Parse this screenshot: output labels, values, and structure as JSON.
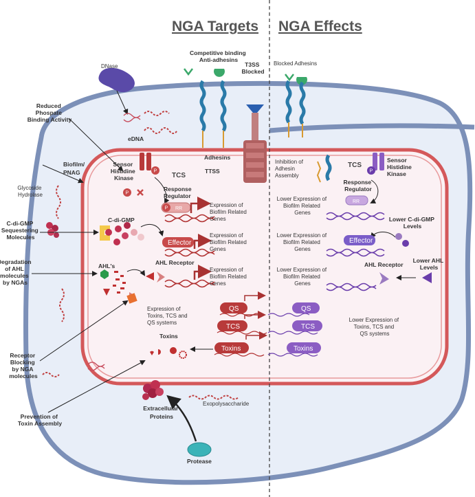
{
  "headers": {
    "targets": "NGA Targets",
    "effects": "NGA Effects"
  },
  "left_labels": {
    "dnase": "DNase",
    "edna": "eDNA",
    "reduced_phosphate": [
      "Reduced",
      "Phospate",
      "Binding Activity"
    ],
    "biofilm_pnag": [
      "Biofilm/",
      "PNAG"
    ],
    "glycoside_hydrolase": [
      "Glycoside",
      "Hydrolase"
    ],
    "cdigmp_sequestering": [
      "C-di-GMP",
      "Sequestering",
      "Molecules"
    ],
    "degradation_ahl": [
      "Degradation",
      "of AHL",
      "molecules",
      "by NGAs"
    ],
    "receptor_blocking": [
      "Receptor",
      "Blocking",
      "by NGA",
      "molecules"
    ],
    "prevention_toxin": [
      "Prevention of",
      "Toxin Assembly"
    ],
    "extracellular_proteins": [
      "Extracellular",
      "Proteins"
    ],
    "protease": "Protease",
    "exopolysaccharide": "Exopolysaccharide"
  },
  "top_labels": {
    "competitive_binding": [
      "Competitive binding",
      "Anti-adhesins"
    ],
    "t3ss_blocked": [
      "T3SS",
      "Blocked"
    ],
    "blocked_adhesins": "Blocked Adhesins",
    "adhesins": "Adhesins",
    "ttss": "TTSS"
  },
  "targets": {
    "sensor_histidine_kinase": [
      "Sensor",
      "Histidine",
      "Kinase"
    ],
    "tcs": "TCS",
    "response_regulator": [
      "Response",
      "Regulator"
    ],
    "p": "P",
    "rr": "RR",
    "expression_biofilm": [
      "Expression of",
      "Biofilm Related",
      "Genes"
    ],
    "cdigmp": "C-di-GMP",
    "effector": "Effector",
    "ahls": "AHL's",
    "ahl_receptor": "AHL Receptor",
    "expression_toxins": [
      "Expression of",
      "Toxins, TCS and",
      "QS systems"
    ],
    "toxins": "Toxins"
  },
  "effects": {
    "inhibition_adhesin": [
      "Inhibition of",
      "Adhesin",
      "Assembly"
    ],
    "tcs": "TCS",
    "sensor_histidine_kinase": [
      "Sensor",
      "Histidine",
      "Kinase"
    ],
    "response_regulator": [
      "Response",
      "Regulator"
    ],
    "lower_expression_biofilm": [
      "Lower Expression of",
      "Biofilm Related",
      "Genes"
    ],
    "lower_cdigmp": [
      "Lower C-di-GMP",
      "Levels"
    ],
    "effector": "Effector",
    "ahl_receptor": "AHL Receptor",
    "lower_ahl": [
      "Lower AHL",
      "Levels"
    ],
    "lower_expression_toxins": [
      "Lower Expression of",
      "Toxins, TCS and",
      "QS systems"
    ]
  },
  "pills": {
    "qs": "QS",
    "tcs": "TCS",
    "toxins": "Toxins"
  },
  "colors": {
    "outer_membrane": "#7c90b8",
    "outer_fill": "#e8eef8",
    "inner_membrane": "#d4585a",
    "inner_fill": "#fbf1f4",
    "red_element": "#b83a3a",
    "purple_element": "#8b5dc3",
    "dna_red": "#b03030",
    "dna_purple": "#6a3dab"
  }
}
